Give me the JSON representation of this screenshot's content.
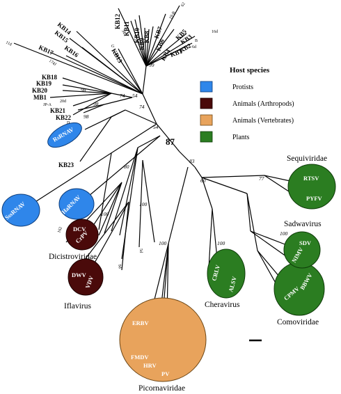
{
  "tree": {
    "tip_labels": [
      "KB12",
      "KB11",
      "KB10",
      "KB9",
      "KB8",
      "KB7",
      "KB6",
      "KB5",
      "KB4",
      "KB3",
      "KB2",
      "KB1",
      "KB14",
      "KB15",
      "KB16",
      "KB13",
      "KB17",
      "KB18",
      "KB19",
      "KB20",
      "MB1",
      "KB21",
      "KB22",
      "KB23"
    ],
    "small_labels": [
      "11d",
      "174J",
      "G",
      "32",
      "B",
      "16d",
      "6d",
      "19-B",
      "62",
      "20d",
      "JP-A",
      "D",
      "162",
      "5d",
      "9d"
    ],
    "bootstrap_values": [
      "99",
      "74",
      "54",
      "98",
      "98",
      "74",
      "98",
      "54",
      "87",
      "80",
      "83",
      "60",
      "77",
      "100",
      "100",
      "100",
      "100",
      "100"
    ],
    "circle_labels": [
      "RsRNAV",
      "SssRNAV",
      "HaRNAV",
      "DCV",
      "CrPV",
      "DWV",
      "VDV",
      "ERBV",
      "FMDV",
      "HRV",
      "PV",
      "CRLV",
      "ALSV",
      "SDV",
      "NIMV",
      "BBWV",
      "CPMV",
      "RTSV",
      "PYFV"
    ],
    "group_names": [
      "Dicistroviridae",
      "Iflavirus",
      "Picornaviridae",
      "Cheravirus",
      "Comoviridae",
      "Sadwavirus",
      "Sequiviridae"
    ]
  },
  "legend": {
    "title": "Host species",
    "items": [
      {
        "label": "Protists",
        "color": "#2f86ea"
      },
      {
        "label": "Animals (Arthropods)",
        "color": "#4a0a0a"
      },
      {
        "label": "Animals (Vertebrates)",
        "color": "#e8a35c"
      },
      {
        "label": "Plants",
        "color": "#2b7d21"
      }
    ]
  }
}
